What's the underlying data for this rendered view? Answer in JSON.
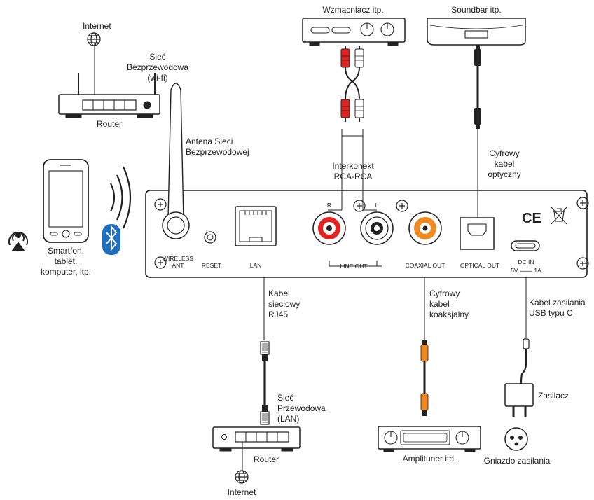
{
  "top_devices": {
    "amplifier": "Wzmacniacz itp.",
    "soundbar": "Soundbar itp."
  },
  "wifi_router": {
    "internet": "Internet",
    "label": "Router",
    "wireless_network": [
      "Sieć",
      "Bezprzewodowa",
      "(wi-fi)"
    ]
  },
  "antenna": [
    "Antena Sieci",
    "Bezprzewodowej"
  ],
  "interconnect": [
    "Interkonekt",
    "RCA-RCA"
  ],
  "optical_cable": [
    "Cyfrowy",
    "kabel",
    "optyczny"
  ],
  "phone": [
    "Smartfon,",
    "tablet,",
    "komputer, itp."
  ],
  "panel": {
    "wireless_ant": [
      "WIRELESS",
      "ANT"
    ],
    "reset": "RESET",
    "lan": "LAN",
    "r": "R",
    "l": "L",
    "line_out": "LINE OUT",
    "coaxial_out": "COAXIAL OUT",
    "optical_out": "OPTICAL  OUT",
    "dc_in": "DC IN",
    "dc_rating": "5V ═══ 1A",
    "ce": "CE"
  },
  "lan_cable": [
    "Kabel",
    "sieciowy",
    "RJ45"
  ],
  "wired_network": [
    "Sieć",
    "Przewodowa",
    "(LAN)"
  ],
  "lan_router": {
    "label": "Router",
    "internet": "Internet"
  },
  "coax_cable": [
    "Cyfrowy",
    "kabel",
    "koaksjalny"
  ],
  "amplituner": "Amplituner itd.",
  "power_cable": [
    "Kabel zasilania",
    "USB typu C"
  ],
  "power_supply": "Zasilacz",
  "socket": "Gniazdo zasilania",
  "colors": {
    "rca_red": "#e42320",
    "coax_orange": "#f08a20",
    "bluetooth_blue": "#1f6fc0",
    "line": "#222222"
  }
}
